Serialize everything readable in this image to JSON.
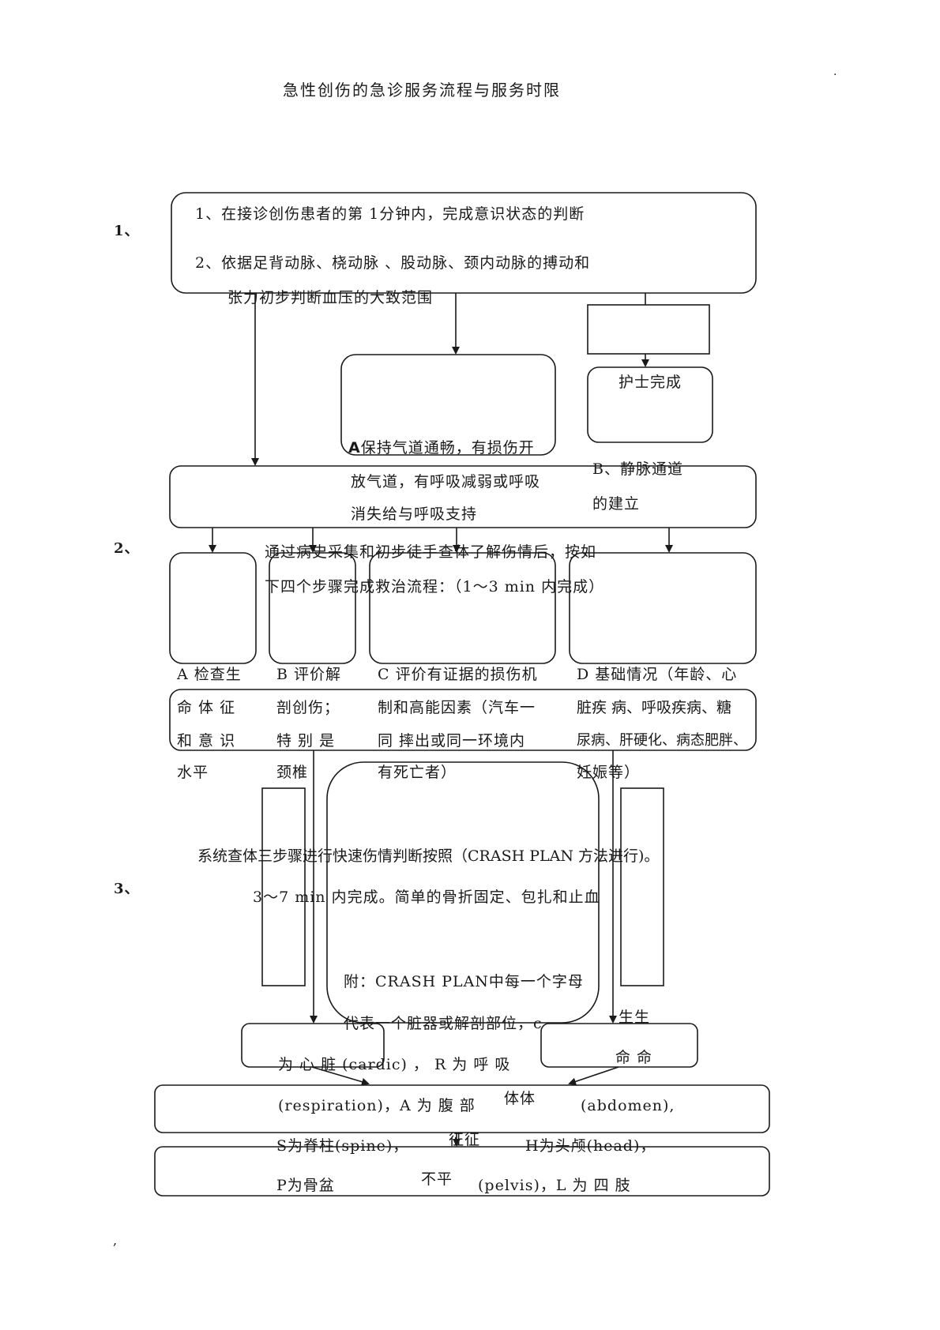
{
  "title": "急性创伤的急诊服务流程与服务时限",
  "corner_mark": ".",
  "bottom_mark": ",",
  "step_numbers": [
    "1、",
    "2、",
    "3、"
  ],
  "step1": {
    "line1": "1、在接诊创伤患者的第  1分钟内，完成意识状态的判断",
    "line2": "2、依据足背动脉、桡动脉 、股动脉、颈内动脉的搏动和",
    "line3": "张力初步判断血压的大致范围"
  },
  "nurse_done": "护士完成",
  "airway": {
    "prefix": "A",
    "line1": "保持气道通畅，有损伤开",
    "line2": "放气道，有呼吸减弱或呼吸",
    "line3": "消失给与呼吸支持"
  },
  "iv": {
    "line1": "B、静脉通道",
    "line2": "的建立"
  },
  "step2": {
    "line1": "通过病史采集和初步徒手查体了解伤情后，按如",
    "line2": "下四个步骤完成救治流程：（1～3 min 内完成）"
  },
  "checks": {
    "a": [
      "A  检查生",
      "命 体 征",
      "和 意 识",
      "水平"
    ],
    "b": [
      "B  评价解",
      "剖创伤；",
      "特 别 是",
      "颈椎"
    ],
    "c": [
      "C  评价有证据的损伤机",
      "制和高能因素（汽车一",
      "同 摔出或同一环境内",
      "有死亡者）"
    ],
    "d": [
      "D  基础情况（年龄、心",
      "脏疾 病、呼吸疾病、糖",
      "尿病、肝硬化、病态肥胖、",
      "妊娠等）"
    ]
  },
  "step3": {
    "line1": "系统查体三步骤进行快速伤情判断按照（CRASH PLAN 方法进行)。",
    "line2": "3～7 min 内完成。简单的骨折固定、包扎和止血"
  },
  "note": {
    "line1": "附：CRASH PLAN中每一个字母",
    "line2": "代表一个脏器或解剖部位，c",
    "line3": "为 心 脏 (cardic) ， R 为 呼 吸",
    "line4": "(respiration)，A 为 腹 部",
    "line4b": "(abdomen),",
    "line5": "S为脊柱(spine)，",
    "line5b": "H为头颅(head)，",
    "line6": "P为骨盆",
    "line6b": "(pelvis)，L 为  四  肢"
  },
  "vital": {
    "line1": "生生",
    "line2": "命 命",
    "line3": "体体",
    "line4": "征征",
    "line5": "不平"
  }
}
